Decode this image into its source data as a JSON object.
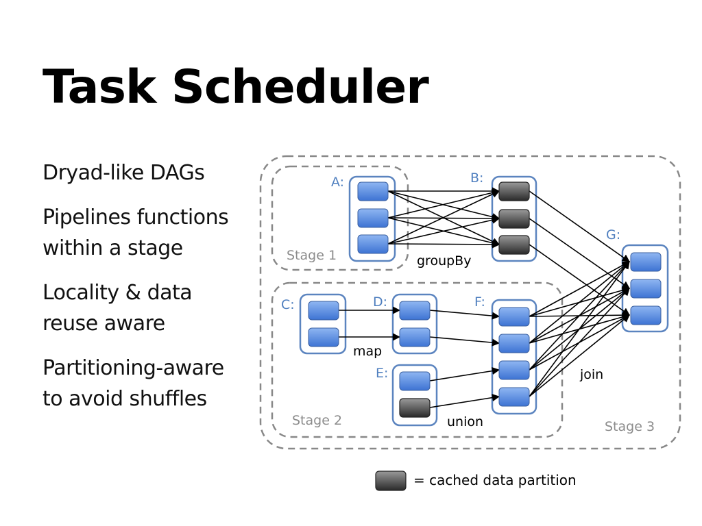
{
  "slide": {
    "title": "Task Scheduler",
    "bullets": [
      "Dryad-like DAGs",
      "Pipelines functions\nwithin a stage",
      "Locality & data\nreuse aware",
      "Partitioning-aware\nto avoid shuffles"
    ]
  },
  "diagram": {
    "rdd_labels": {
      "a": "A:",
      "b": "B:",
      "c": "C:",
      "d": "D:",
      "e": "E:",
      "f": "F:",
      "g": "G:"
    },
    "stage_labels": {
      "stage1": "Stage 1",
      "stage2": "Stage 2",
      "stage3": "Stage 3"
    },
    "operation_labels": {
      "groupBy": "groupBy",
      "map": "map",
      "union": "union",
      "join": "join"
    },
    "legend": {
      "label": "= cached data partition"
    },
    "colors": {
      "partition_blue": "#5a8ee0",
      "partition_cached": "#555555",
      "rdd_border": "#5b84bf",
      "rdd_label": "#4f7fbf",
      "stage_border": "#888888",
      "stage_label": "#8c8c8c",
      "arrow": "#000000"
    }
  }
}
